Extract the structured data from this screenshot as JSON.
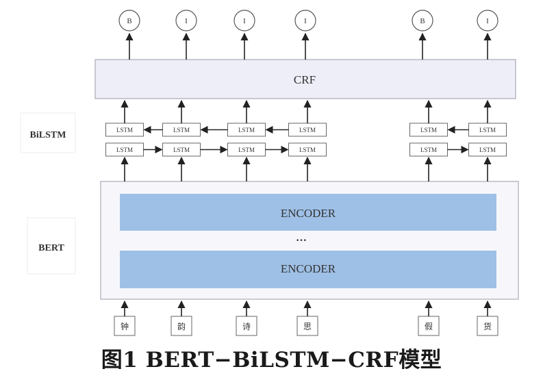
{
  "side_labels": {
    "bilstm": "BiLSTM",
    "bert": "BERT"
  },
  "crf_label": "CRF",
  "tags": [
    "B",
    "I",
    "I",
    "I",
    "B",
    "I"
  ],
  "lstm_label": "LSTM",
  "encoder_top": "ENCODER",
  "encoder_dots": "···",
  "encoder_bottom": "ENCODER",
  "tokens": [
    "钟",
    "韵",
    "诗",
    "思",
    "假",
    "货"
  ],
  "caption": "图1 BERT−BiLSTM−CRF模型"
}
